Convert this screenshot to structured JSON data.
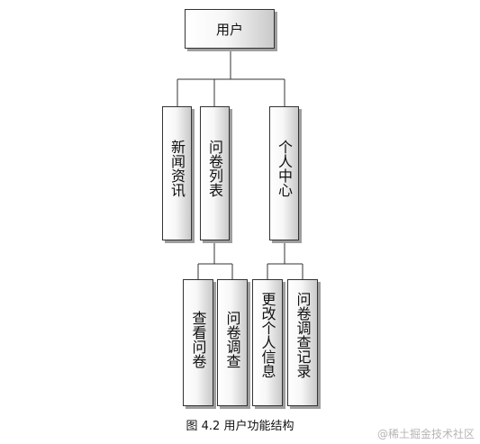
{
  "root": "用户",
  "level1": [
    "新闻资讯",
    "问卷列表",
    "个人中心"
  ],
  "level2_list": [
    "查看问卷",
    "问卷调查"
  ],
  "level2_center": [
    "更改个人信息",
    "问卷调查记录"
  ],
  "caption": "图 4.2  用户功能结构",
  "watermark": "@稀土掘金技术社区"
}
